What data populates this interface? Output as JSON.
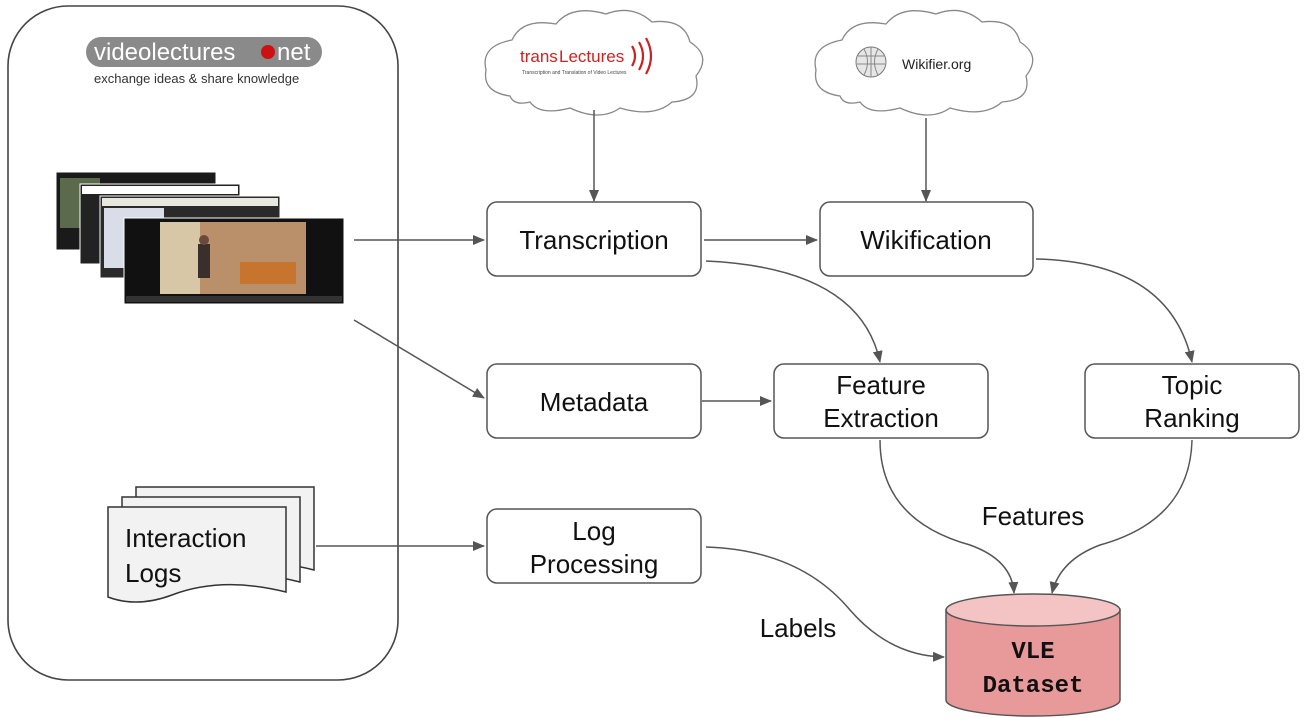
{
  "sources": {
    "videolectures_logo": {
      "text_left": "videolectures",
      "text_right": "net",
      "tagline": "exchange ideas & share knowledge"
    },
    "translectures": {
      "name_prefix": "trans",
      "name_suffix": "Lectures",
      "tagline": "Transcription and Translation of Video Lectures"
    },
    "wikifier": {
      "name": "Wikifier.org"
    }
  },
  "nodes": {
    "transcription": "Transcription",
    "wikification": "Wikification",
    "metadata": "Metadata",
    "feature_extraction": [
      "Feature",
      "Extraction"
    ],
    "topic_ranking": [
      "Topic",
      "Ranking"
    ],
    "log_processing": [
      "Log",
      "Processing"
    ],
    "interaction_logs": [
      "Interaction",
      "Logs"
    ],
    "dataset": [
      "VLE",
      "Dataset"
    ]
  },
  "edge_labels": {
    "features": "Features",
    "labels": "Labels"
  },
  "colors": {
    "node_border": "#555555",
    "arrow": "#555555",
    "dataset_fill": "#e89a9a",
    "dataset_top": "#f4c4c4",
    "translectures_red": "#cc2222",
    "logo_dot": "#cc1111"
  }
}
